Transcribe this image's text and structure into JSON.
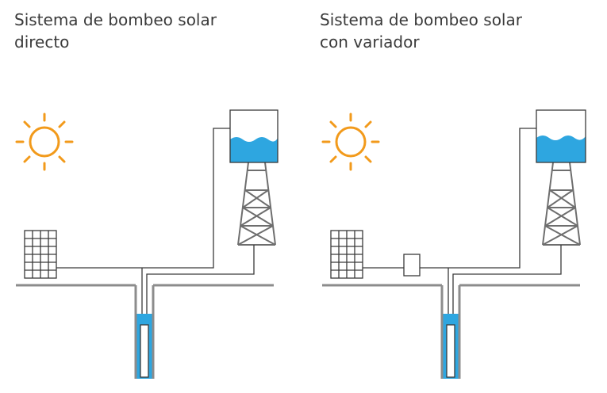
{
  "panels": [
    {
      "title_line1": "Sistema de bombeo solar",
      "title_line2": "directo",
      "has_variador": false
    },
    {
      "title_line1": "Sistema de bombeo solar",
      "title_line2": "con variador",
      "has_variador": true
    }
  ],
  "colors": {
    "sun": "#f29a1b",
    "water": "#2ea6e0",
    "line": "#3a3a3a",
    "tower": "#6e6e6e",
    "ground": "#8c8c8c"
  },
  "icons": [
    "sun-icon",
    "solar-panel-icon",
    "water-tank-icon",
    "tower-icon",
    "well-icon",
    "pump-icon",
    "variador-icon"
  ]
}
